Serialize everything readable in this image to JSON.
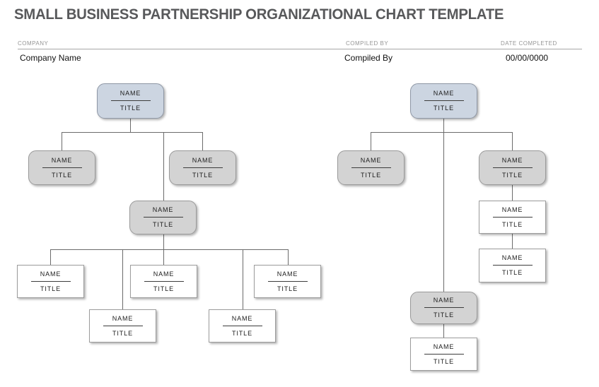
{
  "page_title": "SMALL BUSINESS PARTNERSHIP ORGANIZATIONAL CHART TEMPLATE",
  "header": {
    "company": {
      "label": "COMPANY",
      "value": "Company Name"
    },
    "compiled_by": {
      "label": "COMPILED BY",
      "value": "Compiled By"
    },
    "date_completed": {
      "label": "DATE COMPLETED",
      "value": "00/00/0000"
    }
  },
  "colors": {
    "title_text": "#58595b",
    "meta_label_text": "#969696",
    "meta_value_text": "#111111",
    "node_accent_fill": "#ccd5e1",
    "node_gray_fill": "#d3d3d3",
    "node_white_fill": "#ffffff",
    "node_border": "#9a9a9a",
    "divider_line": "#3c3c3c",
    "connector_line": "#6b6b6b"
  },
  "org_charts": {
    "left": {
      "nodes": [
        {
          "name": "NAME",
          "title": "TITLE",
          "level": 1,
          "variant": "accent-rounded"
        },
        {
          "name": "NAME",
          "title": "TITLE",
          "level": 2,
          "variant": "gray-rounded"
        },
        {
          "name": "NAME",
          "title": "TITLE",
          "level": 2,
          "variant": "gray-rounded"
        },
        {
          "name": "NAME",
          "title": "TITLE",
          "level": 3,
          "variant": "gray-rounded"
        },
        {
          "name": "NAME",
          "title": "TITLE",
          "level": 4,
          "variant": "white-rect"
        },
        {
          "name": "NAME",
          "title": "TITLE",
          "level": 4,
          "variant": "white-rect"
        },
        {
          "name": "NAME",
          "title": "TITLE",
          "level": 4,
          "variant": "white-rect"
        },
        {
          "name": "NAME",
          "title": "TITLE",
          "level": 4,
          "variant": "white-rect"
        },
        {
          "name": "NAME",
          "title": "TITLE",
          "level": 4,
          "variant": "white-rect"
        }
      ]
    },
    "right": {
      "nodes": [
        {
          "name": "NAME",
          "title": "TITLE",
          "level": 1,
          "variant": "accent-rounded"
        },
        {
          "name": "NAME",
          "title": "TITLE",
          "level": 2,
          "variant": "gray-rounded"
        },
        {
          "name": "NAME",
          "title": "TITLE",
          "level": 2,
          "variant": "gray-rounded"
        },
        {
          "name": "NAME",
          "title": "TITLE",
          "level": 3,
          "variant": "white-rect"
        },
        {
          "name": "NAME",
          "title": "TITLE",
          "level": 4,
          "variant": "white-rect"
        },
        {
          "name": "NAME",
          "title": "TITLE",
          "level": 3,
          "variant": "gray-rounded"
        },
        {
          "name": "NAME",
          "title": "TITLE",
          "level": 4,
          "variant": "white-rect"
        }
      ]
    }
  }
}
